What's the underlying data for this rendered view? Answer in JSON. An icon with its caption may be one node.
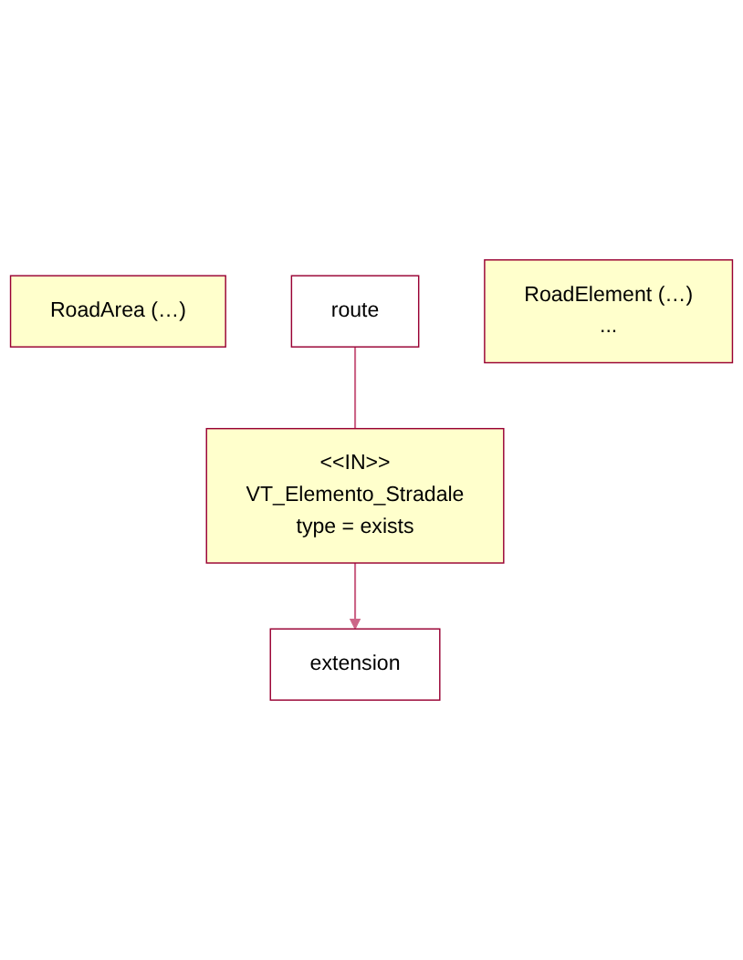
{
  "diagram": {
    "nodes": [
      {
        "text": [
          "RoadArea (…)"
        ]
      },
      {
        "text": [
          "extension"
        ]
      },
      {
        "text": [
          "<<IN>>",
          "VT_Elemento_Stradale",
          "type = exists"
        ]
      },
      {
        "text": [
          "route"
        ]
      },
      {
        "text": [
          "RoadElement (…)",
          "..."
        ]
      }
    ],
    "edges": [
      {
        "from": 2,
        "to": 1,
        "arrow": "to"
      },
      {
        "from": 3,
        "to": 2,
        "arrow": "none"
      }
    ]
  }
}
